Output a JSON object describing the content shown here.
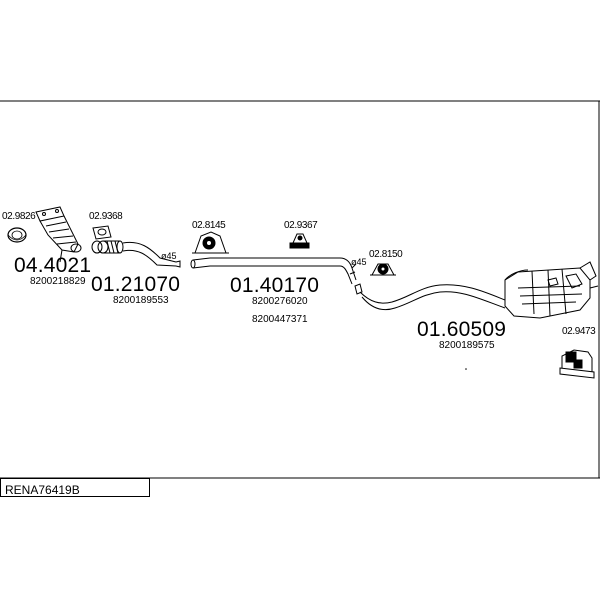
{
  "diagram": {
    "parts": [
      {
        "id": "04.4021",
        "oem": [
          "8200218829"
        ]
      },
      {
        "id": "01.21070",
        "oem": [
          "8200189553"
        ]
      },
      {
        "id": "01.40170",
        "oem": [
          "8200276020",
          "8200447371"
        ]
      },
      {
        "id": "01.60509",
        "oem": [
          "8200189575"
        ]
      }
    ],
    "accessories": [
      "02.9826",
      "02.9368",
      "02.8145",
      "02.9367",
      "02.8150",
      "02.9473"
    ],
    "diameters": [
      "ø45",
      "ø45"
    ],
    "reference": "RENA76419B"
  }
}
